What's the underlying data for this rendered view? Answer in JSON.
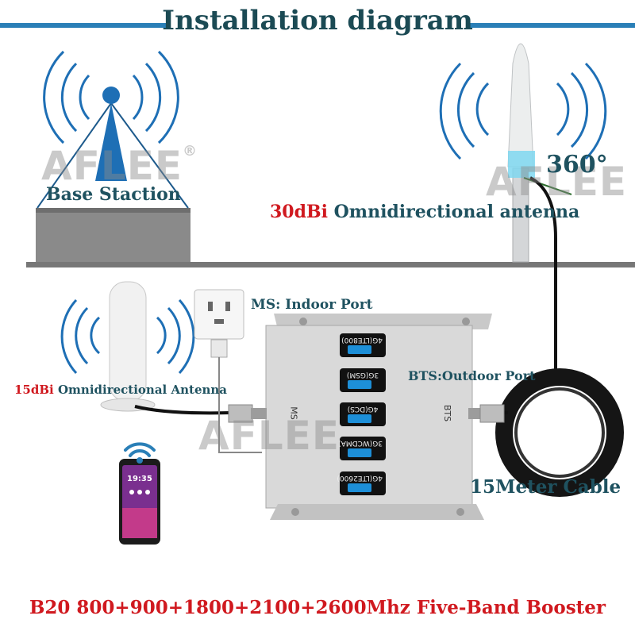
{
  "title": "Installation diagram",
  "labels": {
    "base_station": "Base Staction",
    "degree": "360°",
    "outdoor_gain": "30dBi",
    "outdoor_antenna": "Omnidirectional antenna",
    "indoor_port": "MS: Indoor Port",
    "outdoor_port": "BTS:Outdoor Port",
    "indoor_gain": "15dBi",
    "indoor_antenna": "Omnidirectional  Antenna",
    "cable": "15Meter Cable"
  },
  "booster": {
    "side_label_left": "MS",
    "side_label_right": "BTS",
    "bands": [
      "4G(LTE800)",
      "3G(GSM)",
      "4G(DCS)",
      "3G(WCDMA)",
      "4G(LTE2600)"
    ]
  },
  "watermark": "AFLEE",
  "watermark_mark": "®",
  "phone_time": "19:35",
  "footer": "B20 800+900+1800+2100+2600Mhz Five-Band Booster",
  "colors": {
    "title": "#1b4a54",
    "accent_red": "#d0191f",
    "rule_blue": "#2a7fb7",
    "label_teal": "#1f5260"
  }
}
